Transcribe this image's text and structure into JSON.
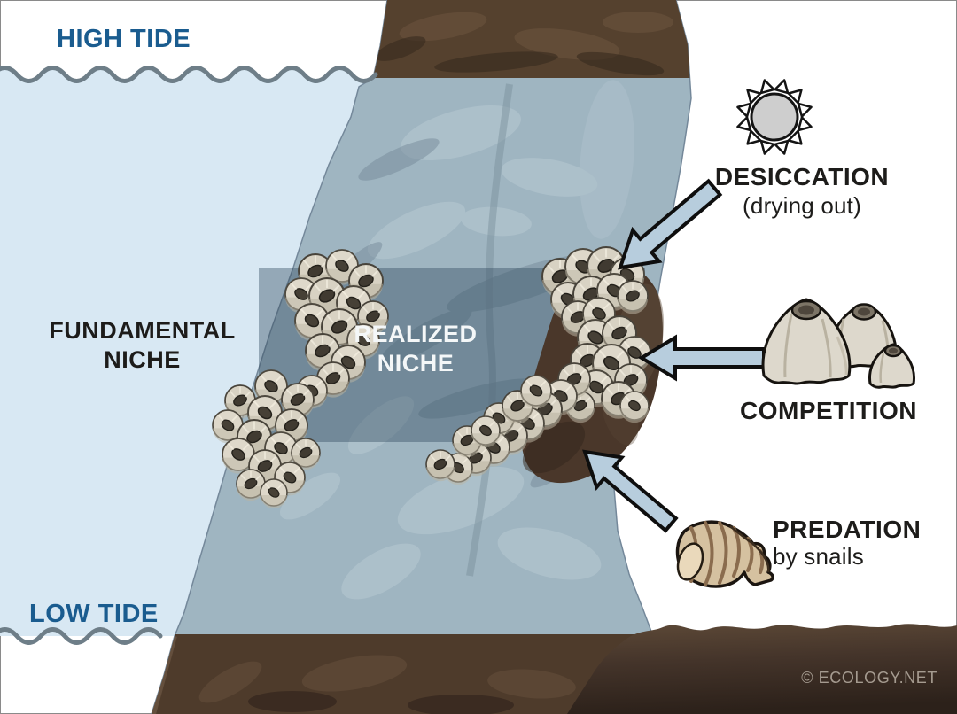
{
  "tide": {
    "high": "HIGH TIDE",
    "low": "LOW TIDE"
  },
  "niches": {
    "fundamental": {
      "line1": "FUNDAMENTAL",
      "line2": "NICHE"
    },
    "realized": {
      "line1": "REALIZED",
      "line2": "NICHE"
    }
  },
  "factors": {
    "desiccation": {
      "label": "DESICCATION",
      "sublabel": "(drying out)",
      "icon": "sun-icon"
    },
    "competition": {
      "label": "COMPETITION",
      "icon": "barnacles-icon"
    },
    "predation": {
      "label": "PREDATION",
      "sublabel": "by snails",
      "icon": "snail-icon"
    }
  },
  "credit": "© ECOLOGY.NET",
  "colors": {
    "water": "#d8e8f3",
    "tide_label": "#1a5c8f",
    "underwater_rock": "#9fb5c1",
    "realized_band": "#7b90a0",
    "dry_rock_top": "#55412e",
    "exposed_rock": "#4a372a",
    "ground": "#3a2c22",
    "arrow_fill": "#b7cddd",
    "label_text": "#1d1c1a",
    "realized_text": "#f4f7f8",
    "credit_text": "#a59b90"
  }
}
